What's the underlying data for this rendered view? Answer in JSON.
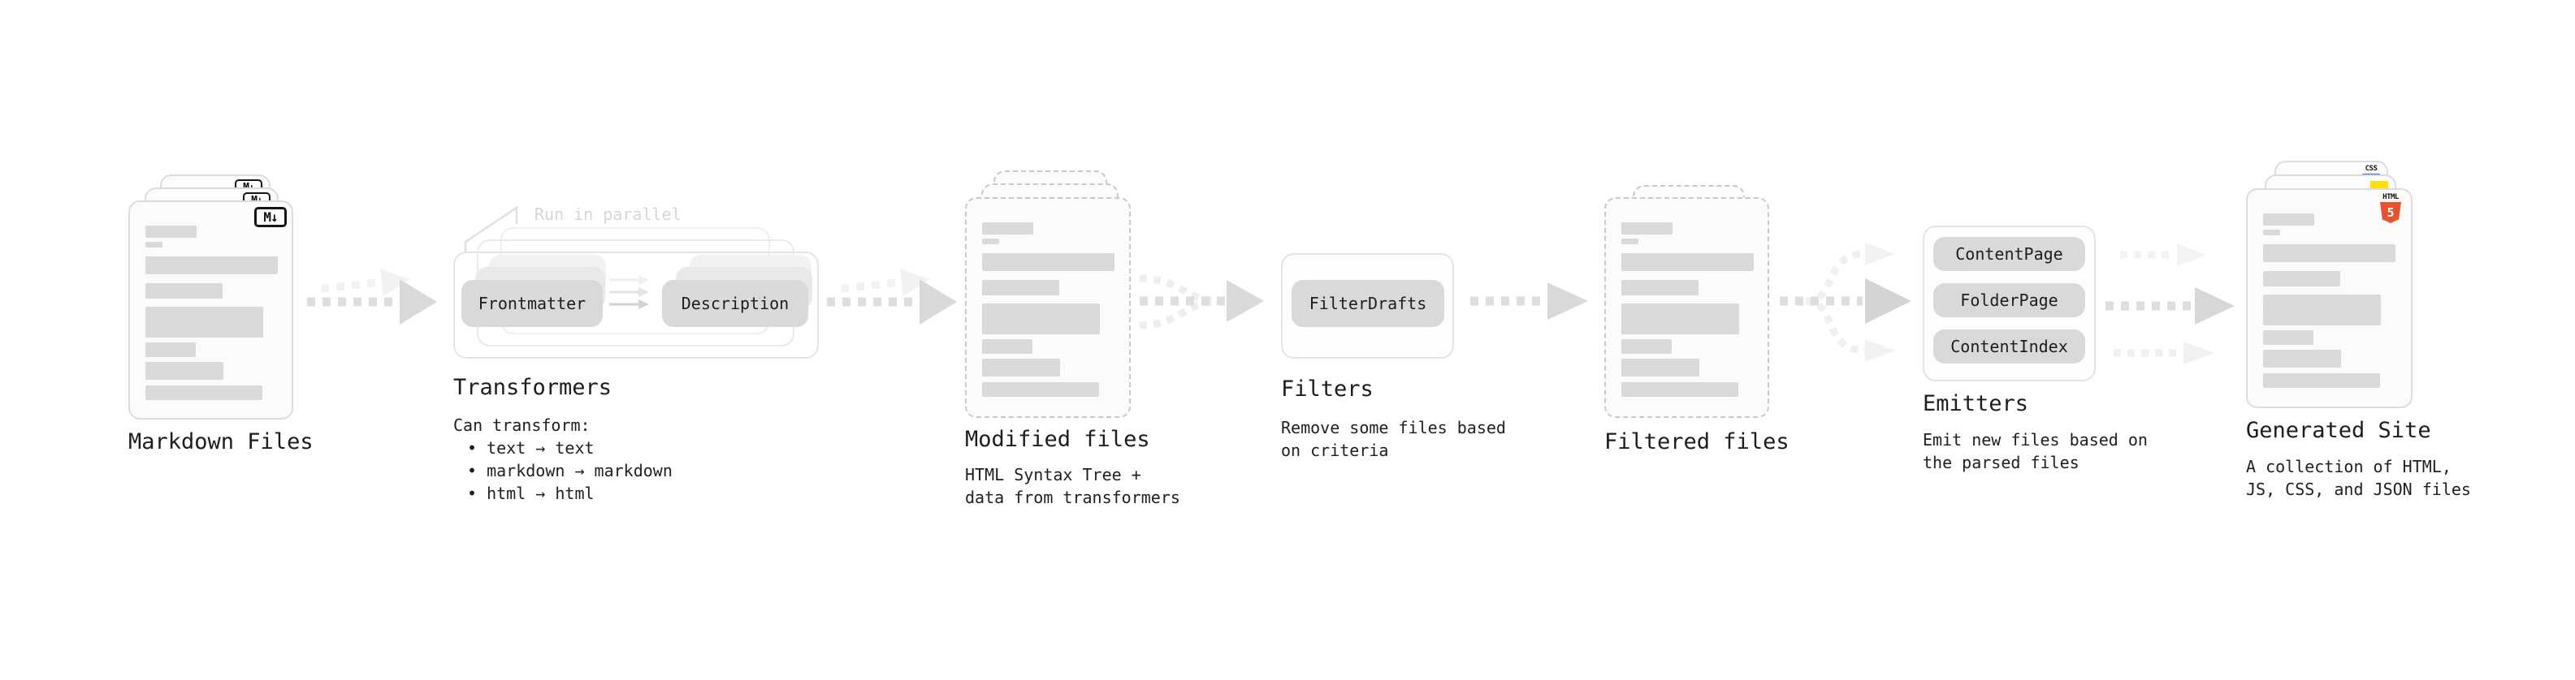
{
  "sections": {
    "markdown_files": {
      "label": "Markdown Files",
      "badge": "M↓"
    },
    "transformers": {
      "label": "Transformers",
      "annotation": "Run in parallel",
      "nodes": [
        "Frontmatter",
        "Description"
      ],
      "note_heading": "Can transform:",
      "capabilities": [
        "text → text",
        "markdown → markdown",
        "html → html"
      ]
    },
    "modified_files": {
      "label": "Modified files",
      "description": "HTML Syntax Tree +\ndata from transformers"
    },
    "filters": {
      "label": "Filters",
      "nodes": [
        "FilterDrafts"
      ],
      "description": "Remove some files based\non criteria"
    },
    "filtered_files": {
      "label": "Filtered files"
    },
    "emitters": {
      "label": "Emitters",
      "nodes": [
        "ContentPage",
        "FolderPage",
        "ContentIndex"
      ],
      "description": "Emit new files based on\nthe parsed files"
    },
    "generated_site": {
      "label": "Generated Site",
      "description": "A collection of HTML,\nJS, CSS, and JSON files",
      "badges": {
        "css_label": "CSS",
        "html_label": "HTML",
        "html_number": "5"
      }
    }
  },
  "colors": {
    "title_text": "#1d1d1d",
    "annotation_text": "#d6d6d6",
    "node_fill": "#d9d9d9",
    "placeholder_bar": "#d9d9d9",
    "html5_shield": "#e8532c",
    "js_badge": "#ffe000",
    "css_underline": "#2f6fe4"
  }
}
